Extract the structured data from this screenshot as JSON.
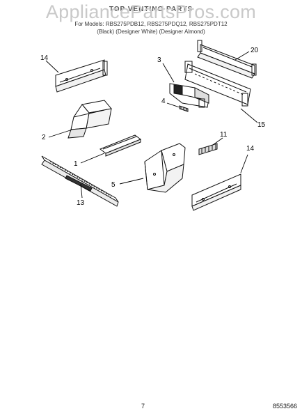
{
  "watermark": "AppliancePartsPros.com",
  "header": {
    "title": "TOP VENTING PARTS",
    "models": "For Models: RBS275PDB12, RBS275PDQ12, RBS275PDT12",
    "variants": "(Black)     (Designer White)     (Designer Almond)"
  },
  "callouts": {
    "c14a": "14",
    "c3": "3",
    "c20": "20",
    "c4": "4",
    "c15": "15",
    "c2": "2",
    "c11": "11",
    "c14b": "14",
    "c1": "1",
    "c5": "5",
    "c13": "13"
  },
  "footer": {
    "page_number": "7",
    "document_number": "8553566"
  }
}
